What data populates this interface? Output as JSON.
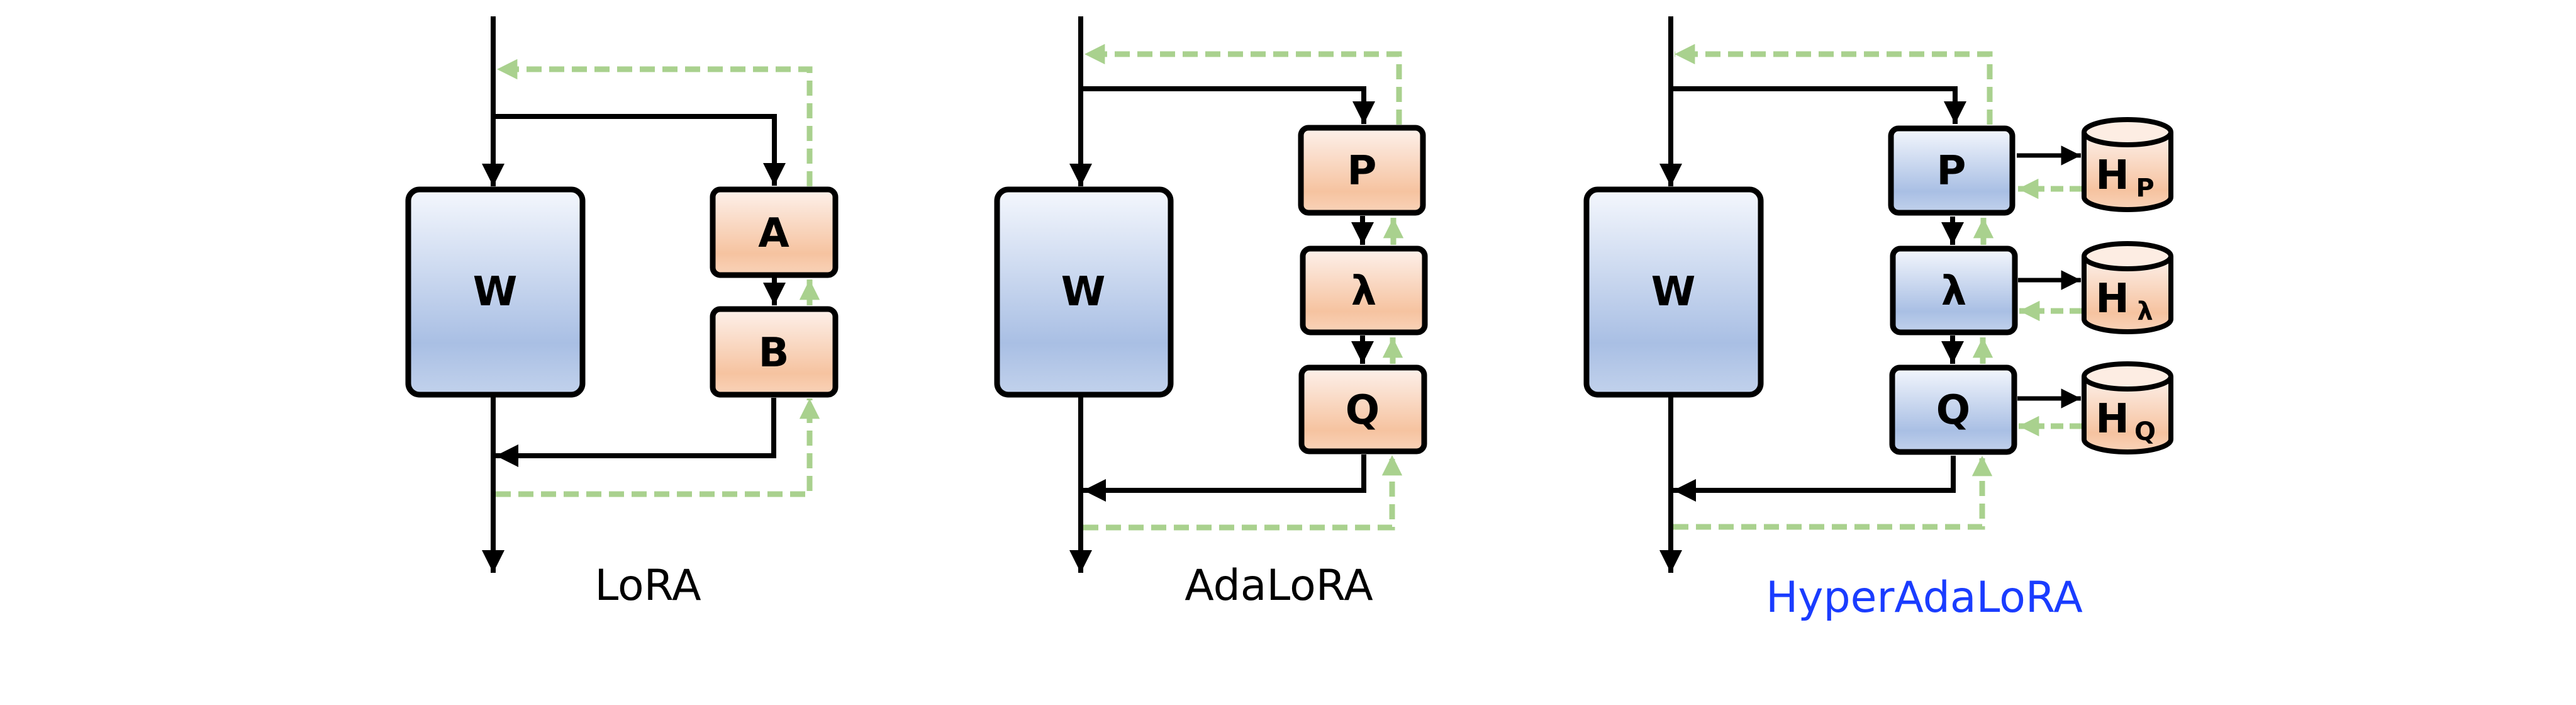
{
  "figure": {
    "colors": {
      "frozen_fill": "#b3c6e7",
      "trainable_fill": "#f7c6a5",
      "forward_line": "#000000",
      "gradient_line": "#a9d18e",
      "highlight_caption": "#1a3cff"
    },
    "panels": [
      {
        "id": "lora",
        "caption": "LoRA",
        "caption_highlight": false,
        "frozen_block": "W",
        "adapter_blocks": [
          "A",
          "B"
        ],
        "hypernetworks": []
      },
      {
        "id": "adalora",
        "caption": "AdaLoRA",
        "caption_highlight": false,
        "frozen_block": "W",
        "adapter_blocks": [
          "P",
          "λ",
          "Q"
        ],
        "hypernetworks": []
      },
      {
        "id": "hyperadalora",
        "caption": "HyperAdaLoRA",
        "caption_highlight": true,
        "frozen_block": "W",
        "adapter_blocks": [
          "P",
          "λ",
          "Q"
        ],
        "hypernetworks": [
          {
            "base": "H",
            "sub": "P"
          },
          {
            "base": "H",
            "sub": "λ"
          },
          {
            "base": "H",
            "sub": "Q"
          }
        ]
      }
    ],
    "legend_semantics": {
      "solid_black_arrow": "forward pass",
      "dashed_green_arrow": "gradient / backward flow"
    }
  }
}
